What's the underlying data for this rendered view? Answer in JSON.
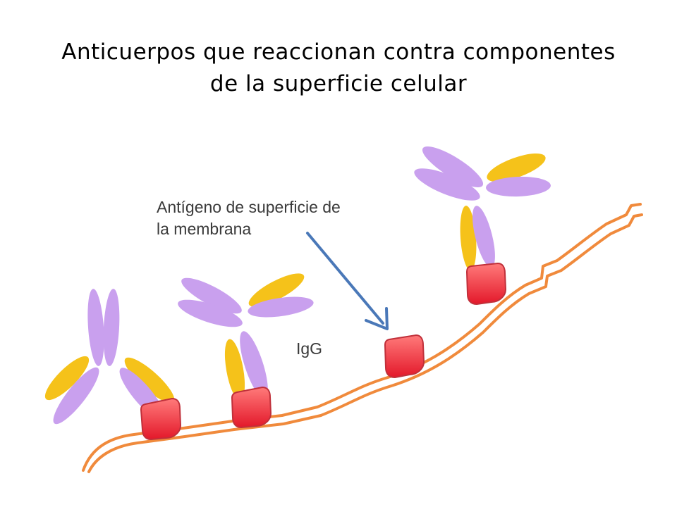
{
  "title": {
    "line1": "Anticuerpos que reaccionan contra componentes",
    "line2": "de la superficie celular"
  },
  "labels": {
    "antigen_line1": "Antígeno de superficie de",
    "antigen_line2": "la membrana",
    "igg": "IgG"
  },
  "colors": {
    "membrane": "#f08a3c",
    "antigen_fill_top": "#ff6a6a",
    "antigen_fill_bottom": "#e0202e",
    "antigen_stroke": "#c0303a",
    "heavy_chain": "#c9a0ee",
    "light_chain": "#f5c21a",
    "arrow": "#4a78b8"
  }
}
